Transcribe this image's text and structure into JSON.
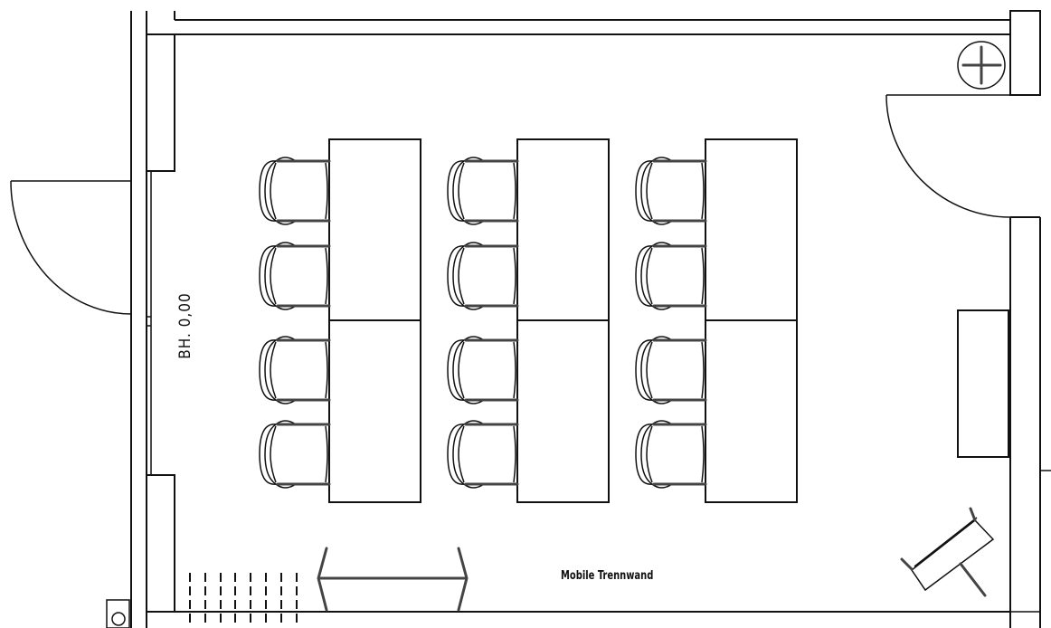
{
  "plan": {
    "elevation_label": "BH. 0,00",
    "partition_label": "Mobile Trennwand",
    "table_columns": 3,
    "tables_per_column": 2,
    "chairs_per_column": 4
  }
}
